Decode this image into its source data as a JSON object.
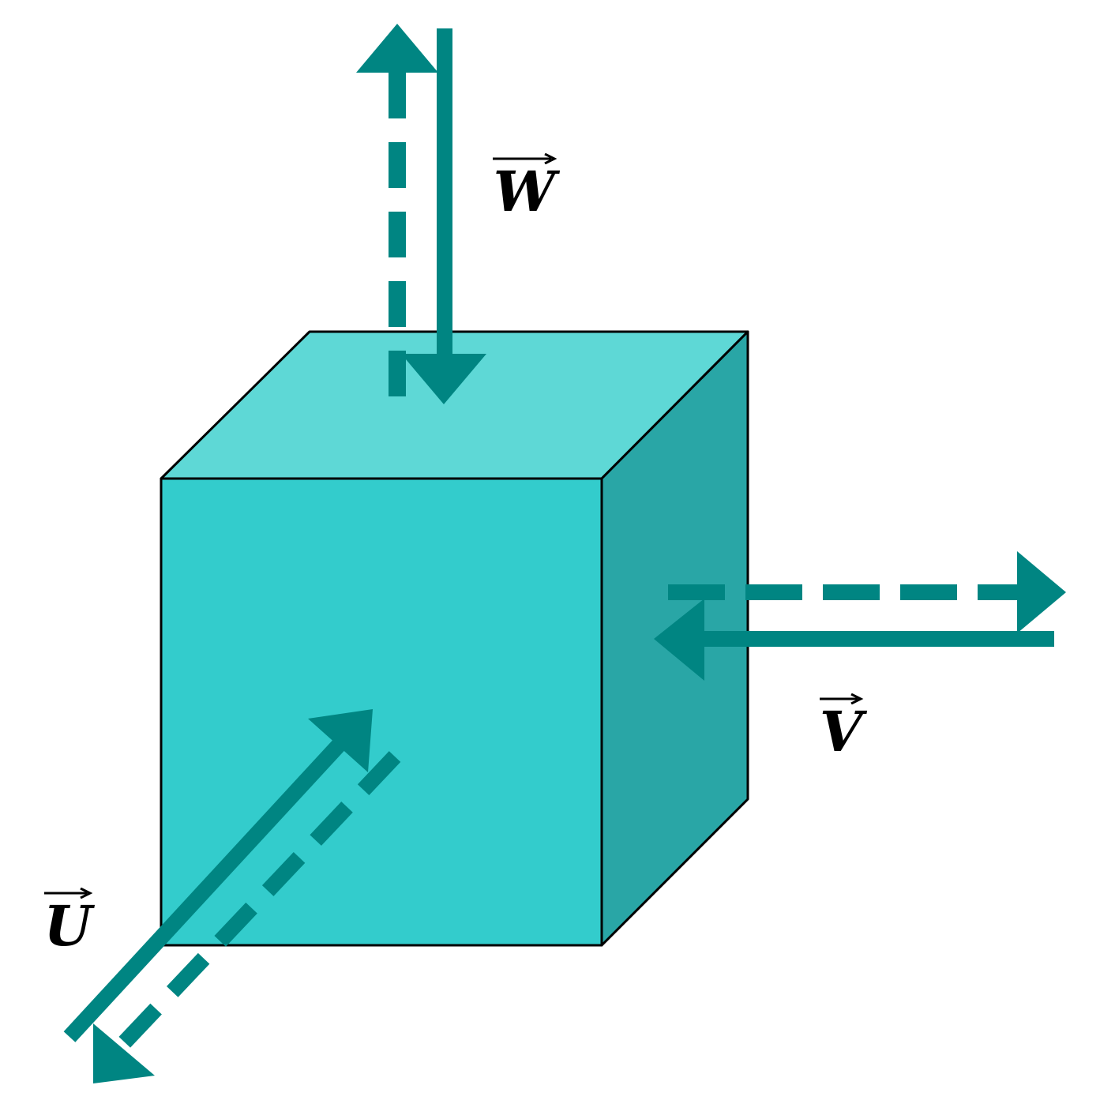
{
  "colors": {
    "cube_front": "#33CCCC",
    "cube_top": "#5ED8D6",
    "cube_side": "#29A6A6",
    "cube_edge": "#000000",
    "arrow": "#008582",
    "label": "#000000"
  },
  "vectors": {
    "w": {
      "label": "W"
    },
    "v": {
      "label": "V"
    },
    "u": {
      "label": "U"
    }
  }
}
